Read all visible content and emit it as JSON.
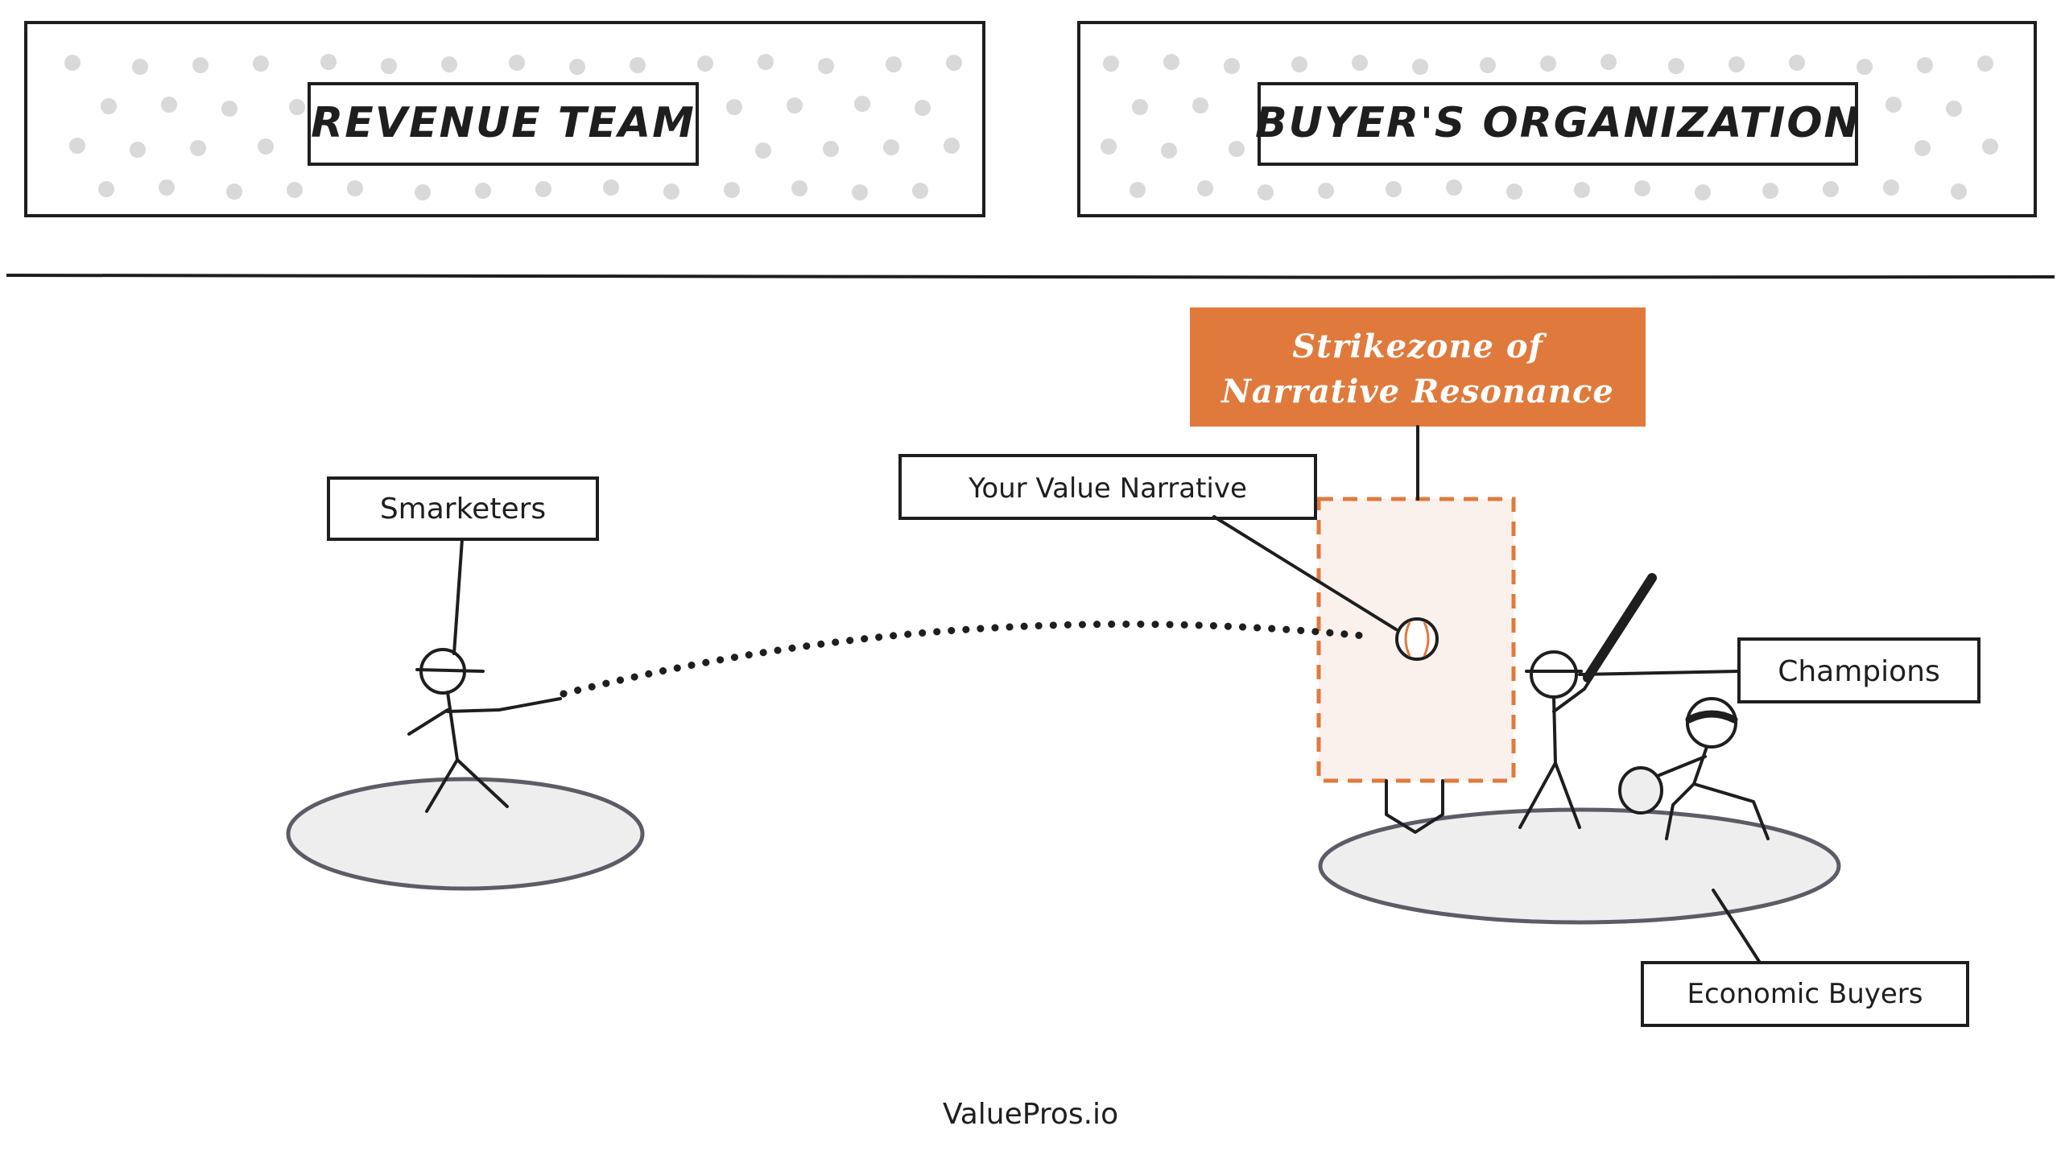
{
  "panels": {
    "left_label": "REVENUE TEAM",
    "right_label": "BUYER'S ORGANIZATION"
  },
  "strike_zone": {
    "title_line1": "Strikezone of",
    "title_line2": "Narrative Resonance"
  },
  "labels": {
    "value_narrative": "Your Value Narrative",
    "smarketers": "Smarketers",
    "champions": "Champions",
    "economic_buyers": "Economic Buyers"
  },
  "footer": {
    "brand": "ValuePros.io"
  },
  "colors": {
    "accent": "#e07a3c",
    "zone_fill": "#faf1ec",
    "ink": "#1e1e1e",
    "dot_gray": "#d9d9d9",
    "base_fill": "#eeeeee",
    "base_stroke": "#5c5c66"
  }
}
